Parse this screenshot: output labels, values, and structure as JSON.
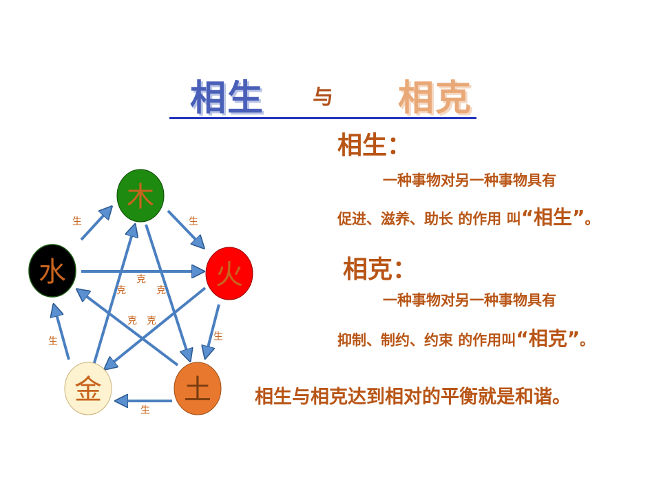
{
  "title": {
    "left": "相生",
    "connector": "与",
    "right": "相克"
  },
  "sheng_section": {
    "heading": "相生：",
    "line1": "一种事物对另一种事物具有",
    "line2_prefix": "促进、滋养、助长 的作用 叫",
    "line2_quote": "“相生”",
    "line2_end": "。"
  },
  "ke_section": {
    "heading": "相克：",
    "line1": "一种事物对另一种事物具有",
    "line2_prefix": "抑制、制约、约束 的作用叫",
    "line2_quote": "“相克”",
    "line2_end": "。"
  },
  "summary": "相生与相克达到相对的平衡就是和谐。",
  "diagram": {
    "elements": [
      {
        "id": "wood",
        "label": "木",
        "fill": "#1e8a0f",
        "text": "#c8641e"
      },
      {
        "id": "fire",
        "label": "火",
        "fill": "#ff0000",
        "text": "#c8641e"
      },
      {
        "id": "earth",
        "label": "土",
        "fill": "#e8782e",
        "text": "#7a3d10"
      },
      {
        "id": "metal",
        "label": "金",
        "fill": "#fdf3d0",
        "text": "#c8641e"
      },
      {
        "id": "water",
        "label": "水",
        "fill": "#000000",
        "text": "#c8641e"
      }
    ],
    "sheng_label": "生",
    "ke_label": "克",
    "arrow_color": "#5a8fd0"
  }
}
